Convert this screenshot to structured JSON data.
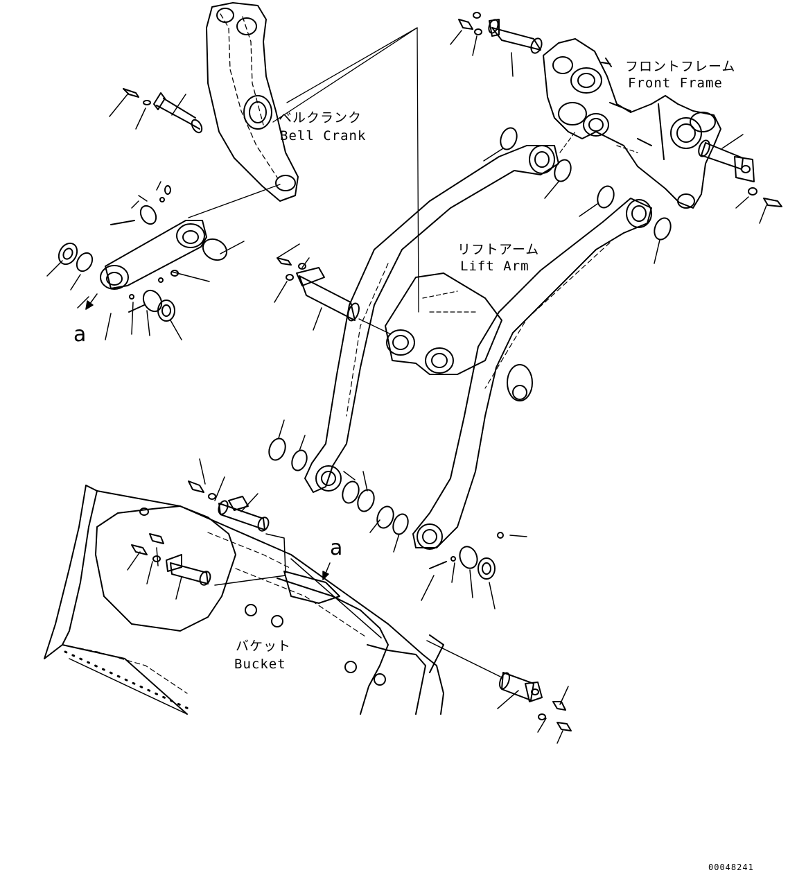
{
  "labels": {
    "bell_crank_jp": "ベルクランク",
    "bell_crank_en": "Bell Crank",
    "front_frame_jp": "フロントフレーム",
    "front_frame_en": "Front Frame",
    "lift_arm_jp": "リフトアーム",
    "lift_arm_en": "Lift Arm",
    "bucket_jp": "バケット",
    "bucket_en": "Bucket"
  },
  "callouts": {
    "a_left": "a",
    "a_bottom": "a"
  },
  "document_number": "00048241",
  "colors": {
    "line": "#000000",
    "background": "#ffffff"
  }
}
